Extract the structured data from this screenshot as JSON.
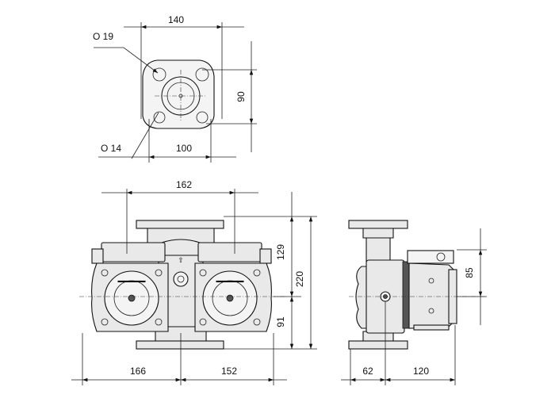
{
  "dimensions": {
    "d140": "140",
    "d90": "90",
    "d100": "100",
    "d162": "162",
    "d129": "129",
    "d220": "220",
    "d91": "91",
    "d85": "85",
    "d166": "166",
    "d152": "152",
    "d62": "62",
    "d120": "120"
  },
  "holes": {
    "large": "O 19",
    "small": "O 14"
  },
  "colors": {
    "line": "#111111",
    "fill": "#e9e9e9",
    "background": "#ffffff"
  }
}
